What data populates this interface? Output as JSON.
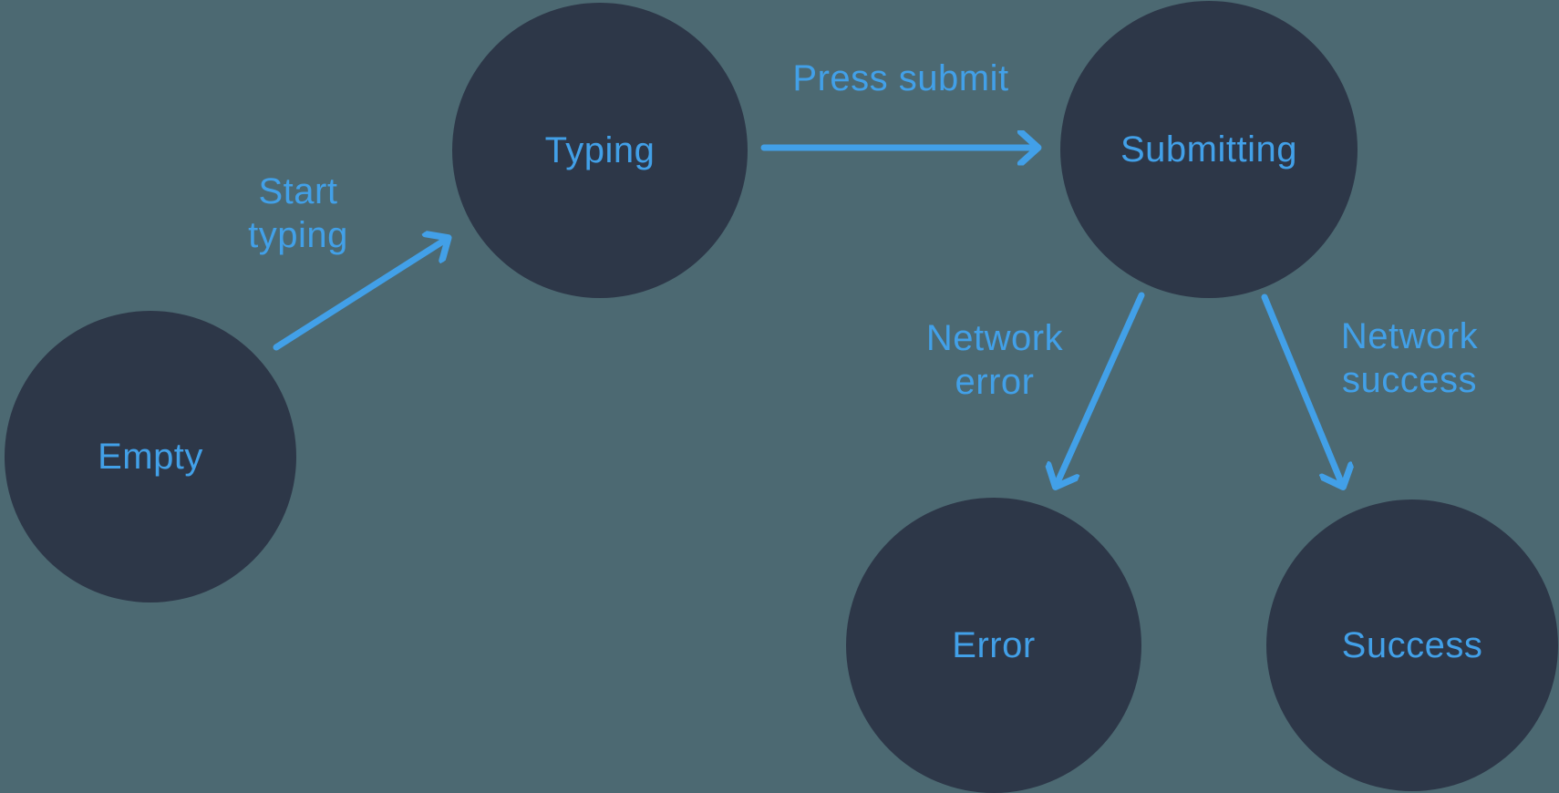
{
  "diagram": {
    "type": "state-machine",
    "colors": {
      "background": "#4C6972",
      "node_fill": "#2D3748",
      "accent_blue": "#42A0E8"
    },
    "nodes": [
      {
        "id": "empty",
        "label": "Empty"
      },
      {
        "id": "typing",
        "label": "Typing"
      },
      {
        "id": "submitting",
        "label": "Submitting"
      },
      {
        "id": "error",
        "label": "Error"
      },
      {
        "id": "success",
        "label": "Success"
      }
    ],
    "edges": [
      {
        "id": "start-typing",
        "from": "Empty",
        "to": "Typing",
        "label_lines": [
          "Start",
          "typing"
        ]
      },
      {
        "id": "press-submit",
        "from": "Typing",
        "to": "Submitting",
        "label_lines": [
          "Press submit"
        ]
      },
      {
        "id": "network-error",
        "from": "Submitting",
        "to": "Error",
        "label_lines": [
          "Network",
          "error"
        ]
      },
      {
        "id": "network-success",
        "from": "Submitting",
        "to": "Success",
        "label_lines": [
          "Network",
          "success"
        ]
      }
    ]
  }
}
